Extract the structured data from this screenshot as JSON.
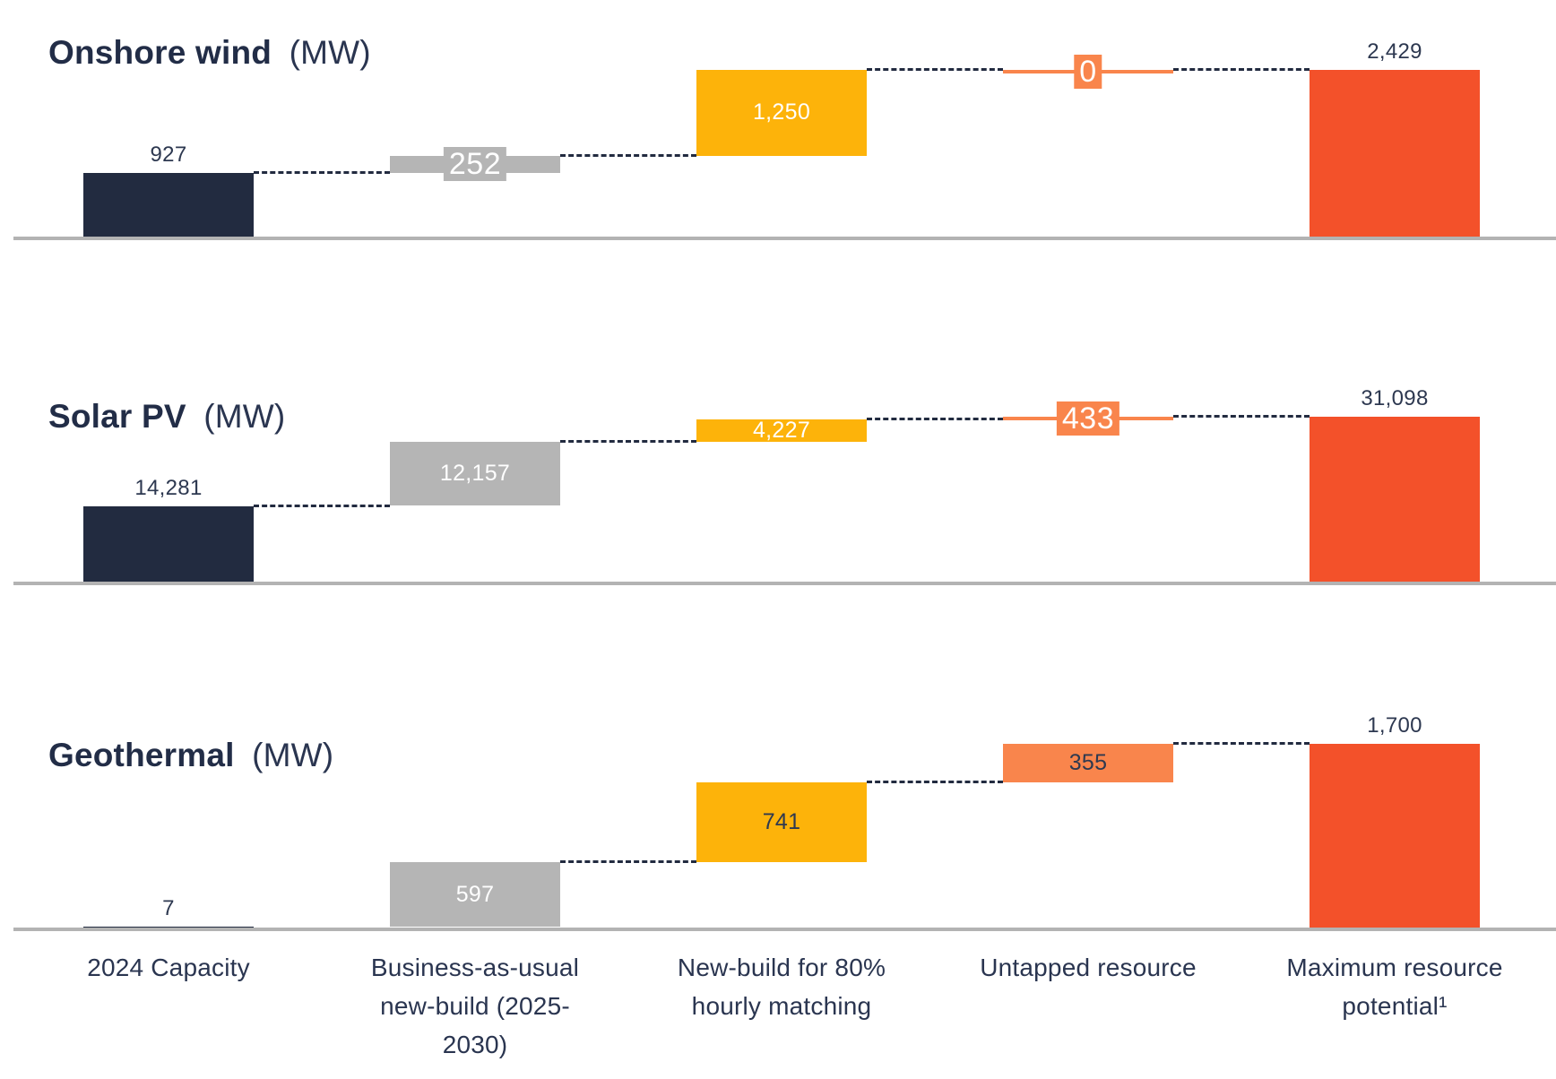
{
  "figure": {
    "kind": "waterfall-trio",
    "unit": "MW"
  },
  "categories": [
    "2024 Capacity",
    "Business-as-usual new-build (2025-2030)",
    "New-build for 80% hourly matching",
    "Untapped resource",
    "Maximum resource potential¹"
  ],
  "chart_data": [
    {
      "type": "waterfall",
      "title": "Onshore wind",
      "unit_label": "(MW)",
      "categories": [
        "2024 Capacity",
        "Business-as-usual new-build (2025-2030)",
        "New-build for 80% hourly matching",
        "Untapped resource",
        "Maximum resource potential¹"
      ],
      "values": [
        927,
        252,
        1250,
        0,
        2429
      ],
      "value_labels": [
        "927",
        "252",
        "1,250",
        "0",
        "2,429"
      ],
      "total": 2429,
      "bar_roles": [
        "start",
        "increment",
        "increment",
        "increment",
        "total"
      ],
      "label_styles": [
        "above",
        "chip",
        "inside-white",
        "chip",
        "above"
      ]
    },
    {
      "type": "waterfall",
      "title": "Solar PV",
      "unit_label": "(MW)",
      "categories": [
        "2024 Capacity",
        "Business-as-usual new-build (2025-2030)",
        "New-build for 80% hourly matching",
        "Untapped resource",
        "Maximum resource potential¹"
      ],
      "values": [
        14281,
        12157,
        4227,
        433,
        31098
      ],
      "value_labels": [
        "14,281",
        "12,157",
        "4,227",
        "433",
        "31,098"
      ],
      "total": 31098,
      "bar_roles": [
        "start",
        "increment",
        "increment",
        "increment",
        "total"
      ],
      "label_styles": [
        "above",
        "inside-white",
        "inside-white",
        "chip",
        "above"
      ]
    },
    {
      "type": "waterfall",
      "title": "Geothermal",
      "unit_label": "(MW)",
      "categories": [
        "2024 Capacity",
        "Business-as-usual new-build (2025-2030)",
        "New-build for 80% hourly matching",
        "Untapped resource",
        "Maximum resource potential¹"
      ],
      "values": [
        7,
        597,
        741,
        355,
        1700
      ],
      "value_labels": [
        "7",
        "597",
        "741",
        "355",
        "1,700"
      ],
      "total": 1700,
      "bar_roles": [
        "start",
        "increment",
        "increment",
        "increment",
        "total"
      ],
      "label_styles": [
        "above",
        "inside-white",
        "inside-navy",
        "inside-navy",
        "above"
      ]
    }
  ],
  "colors": {
    "series": [
      "#222B40",
      "#B5B5B5",
      "#FDB30A",
      "#F9854C",
      "#F3512A"
    ],
    "baseline": "#B3B3B3",
    "connector": "#222B40",
    "label": "#2D3850",
    "label_on_color_dark": "#2E3950",
    "label_on_color_light": "#FFFFFF"
  }
}
